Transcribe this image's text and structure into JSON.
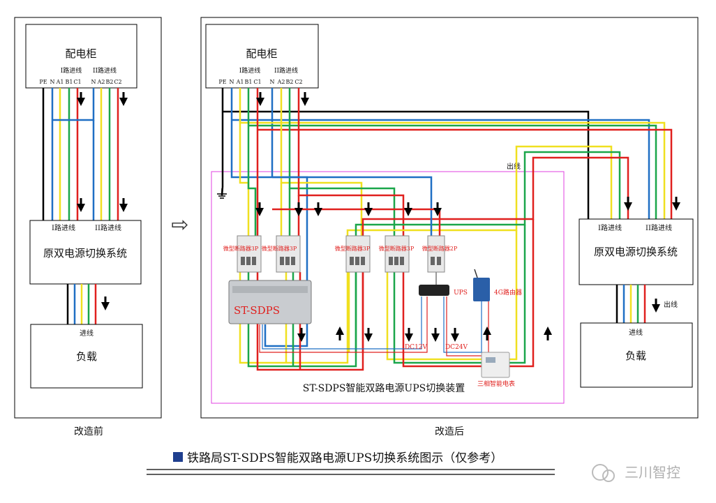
{
  "before": {
    "cabinet_title": "配电柜",
    "line1_label": "I路进线",
    "line2_label": "II路进线",
    "terminals1": [
      "PE",
      "N",
      "A1",
      "B1",
      "C1"
    ],
    "terminals2": [
      "N",
      "A2",
      "B2",
      "C2"
    ],
    "switch_in1": "I路进线",
    "switch_in2": "II路进线",
    "switch_title": "原双电源切换系统",
    "load_in": "进线",
    "load_title": "负载",
    "caption": "改造前"
  },
  "after": {
    "cabinet_title": "配电柜",
    "line1_label": "I路进线",
    "line2_label": "II路进线",
    "terminals1": [
      "PE",
      "N",
      "A1",
      "B1",
      "C1"
    ],
    "terminals2": [
      "N",
      "A2",
      "B2",
      "C2"
    ],
    "breakers": [
      "微型断路器3P",
      "微型断路器3P",
      "微型断路器3P",
      "微型断路器3P",
      "微型断路器2P"
    ],
    "device_name": "ST-SDPS",
    "ups_label": "UPS",
    "router_label": "4G路由器",
    "dc12": "DC12V",
    "dc24": "DC24V",
    "meter_label": "三相智能电表",
    "device_caption": "ST-SDPS智能双路电源UPS切换装置",
    "outline_label": "出线",
    "switch_in1": "I路进线",
    "switch_in2": "II路进线",
    "switch_title": "原双电源切换系统",
    "switch_out": "出线",
    "load_in": "进线",
    "load_title": "负载",
    "caption": "改造后"
  },
  "arrow_symbol": "⇨",
  "footer_title": "铁路局ST-SDPS智能双路电源UPS切换系统图示（仅参考）",
  "watermark": "三川智控",
  "colors": {
    "pe": "#000000",
    "n": "#1f6fc4",
    "a": "#f0e020",
    "b": "#1aa64a",
    "c": "#e0201e",
    "box": "#e040e0"
  }
}
